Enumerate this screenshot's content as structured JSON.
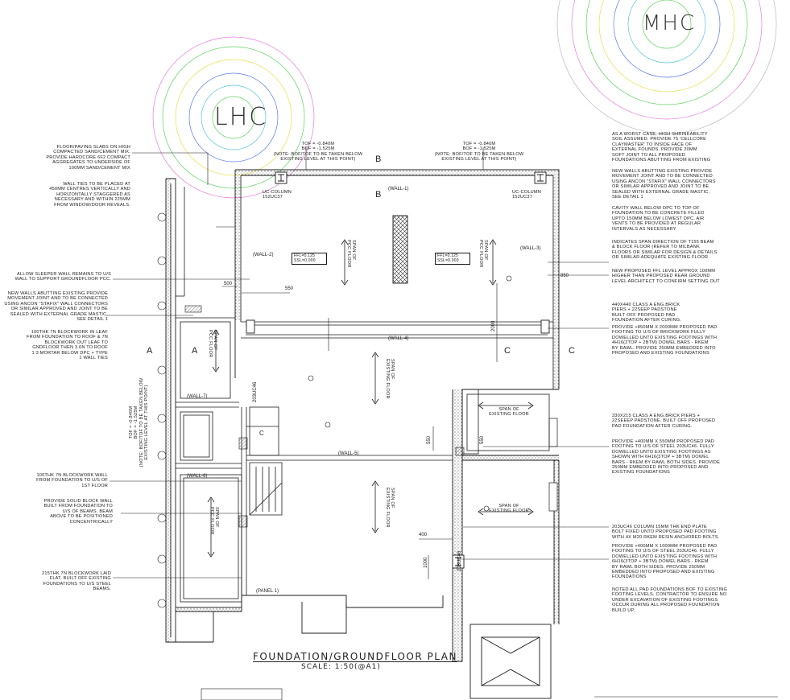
{
  "drawing": {
    "title": "FOUNDATION/GROUNDFLOOR PLAN",
    "scale": "SCALE: 1:50(@A1)",
    "circles": {
      "lhc": "LHC",
      "mhc": "MHC"
    },
    "colors": {
      "line": "#1a1a1a",
      "hatch": "#555555",
      "ring_magenta": "#e87de0",
      "ring_blue": "#5a78e8",
      "ring_yellow": "#e8df4a",
      "ring_green": "#5ed25e",
      "ring_cyan": "#55c6d8",
      "ring_grey": "#bbbbbb"
    }
  },
  "notes_left": [
    "FLOOR/PAVING SLABS ON HIGH\nCOMPACTED SAND/CEMENT MIX.\nPROVIDE HARDCORE 6F2 COMPACT\nAGGREGATES TO UNDERSIDE OF\n100MM SAND/CEMENT MIX",
    "WALL TIES TO BE PLACED AT\n450MM CENTRES VERTICALLY AND\nHORIZONTALLY STAGGERED AS\nNECESSARY AND WITHIN 225MM\nFROM WINDOW/DOOR REVEALS.",
    "ALLOW SLEEPER WALL REMAINS TO U/S\nWALL TO SUPPORT GROUNDFLOOR PCC.",
    "NEW WALLS ABUTTING EXISTING PROVIDE\nMOVEMENT JOINT AND TO BE CONNECTED\nUSING ANCON \"STAFIX\" WALL CONNECTORS\nOR SIMILAR APPROVED AND JOINT TO BE\nSEALED WITH EXTERNAL GRADE MASTIC.\nSEE DETAIL 1",
    "100THK 7N BLOCKWORK IN LEAF\nFROM FOUNDATION TO ROOF & 7N\nBLOCKWORK OUT LEAF TO\nGNDFLOOR THEN 3.6N TO ROOF\n1:3 MORTAR BELOW DPC + TYPE\n1 WALL TIES",
    "100THK 7N BLOCKWORK WALL\nFROM FOUNDATION TO U/S OF\n1ST FLOOR",
    "PROVIDE SOLID BLOCK WALL\nBUILT FROM FOUNDATION TO\nU/S OF BEAMS. BEAM\nABOVE TO BE POSITIONED\nCONCENTRICALLY",
    "215THK 7N BLOCKWORK LAID\nFLAT, BUILT OFF EXISTING\nFOUNDATIONS TO U/S STEEL\nBEAMS."
  ],
  "notes_right": [
    "AS A WORST CASE, HIGH SHRINKABILITY\nSOIL ASSUMED. PROVIDE 75 'CELLCORE\nCLAYMASTER' TO INSIDE FACE OF\nEXTERNAL FOUNDS. PROVIDE 20mm\nSOFT JOINT TO ALL PROPOSED\nFOUNDATIONS ABUTTING FROM EXISTING",
    "NEW WALLS ABUTTING EXISTING PROVIDE\nMOVEMENT JOINT AND TO BE CONNECTED\nUSING ANCON \"STAFIX\" WALL CONNECTORS\nOR SIMILAR APPROVED AND JOINT TO BE\nSEALED WITH EXTERNAL GRADE MASTIC.\nSEE DETAIL 1",
    "CAVITY WALL BELOW DPC TO TOP OF\nFOUNDATION TO BE CONCRETE FILLED\nUPTO 150MM BELOW LOWEST DPC. AIR\nVENTS TO BE PROVIDED AT REGULAR\nINTERVALS AS NECESSARY",
    "INDICATES SPAN DIRECTION OF T155 BEAM\n& BLOCK FLOOR (REFER TO MILBANK\nFLOORS OR SIMILAR FOR DESIGN & DETAILS\nOR SIMILAR ADEQUATE EXISTING FLOOR",
    "NEW PROPOSED FFL LEVEL APPROX 100MM\nHIGHER THAN PROPOSED REAR GROUND\nLEVEL ARCHITECT TO CONFIRM SETTING OUT",
    "440x440 CLASS A ENG.BRICK\nPIERS + 22SEEP PADSTONE\nBUILT OFF PROPOSED PAD\nFOUNDATION AFTER CURING.",
    "PROVIDE +850mm X 2000mm PROPOSED PAD\nFOOTING TO U/S OF BRICKWORK FULLY\nDOWELLED UNTO EXISTING FOOTINGS WITH\n4H16(2TOP + 2BTM) DOWEL BARS - RKEM\nBY RAWL. PROVIDE 250mm EMBEDDED INTO\nPROPOSED AND EXISTING FOUNDATIONS",
    "330x215 CLASS A ENG.BRICK PIERS +\n22SEEEP PADSTONE. BUILT OFF PROPOSED\nPAD FOUNDATION AFTER CURING.",
    "PROVIDE +400mm X 550mm PROPOSED PAD\nFOOTING TO U/S OF STEEL 203UC46. FULLY\nDOWELLED UNTO EXISTING FOOTINGS AS\nSHOWN WITH 6H16(3TOP + 3BTM) DOWEL\nBARS - RKEM BY RAWL BOTH SIDES. PROVIDE\n250mm EMBEDDED INTO PROPOSED AND\nEXISTING FOUNDATIONS",
    "203UC46 COLUMN 15mm THK END PLATE\nBOLT FIXED UNTO PROPOSED PAD FOOTING\nWITH 4X M20 RKEM RESIN ANCHORED BOLTS.",
    "PROVIDE +400mm X 1000mm PROPOSED PAD\nFOOTING TO U/S OF STEEL 203UC46. FULLY\nDOWELLED UNTO EXISTING FOOTINGS WITH\n6H16(3TOP + 3BTM) DOWEL BARS - RKEM\nBY RAWL BOTH SIDES. PROVIDE 250mm\nEMBEDDED INTO PROPOSED AND EXISTING\nFOUNDATIONS",
    "NOTED ALL PAD FOUNDATIONS BOF TO EXISTING\nFOOTING LEVELS. CONTRACTOR TO ENSURE NO\nUNDER EXCAVATION OF EXISTING FOOTINGS\nOCCUR DURING ALL PROPOSED FOUNDATION\nBUILD UP."
  ],
  "levels": {
    "top_left": "TOF = -0.840m\nBOF = -1.525m\n(NOTE: BOF/TOF TO BE TAKEN BELOW\nEXISTING LEVEL AT THIS POINT)",
    "top_right": "TOF = -0.840m\nBOF = -1.525m\n(NOTE: BOF/TOF TO BE TAKEN BELOW\nEXISTING LEVEL AT THIS POINT)",
    "side_left": "TOF = -0.840m\nBOF = -1.525m\n(NOTE: BOF/TOF TO BE TAKEN BELOW\nEXISTING LEVEL AT THIS POINT)"
  },
  "tags": {
    "wall_1": "(WALL-1)",
    "wall_2": "(WALL-2)",
    "wall_3": "(WALL-3)",
    "wall_4": "(WALL-4)",
    "wall_5": "(WALL-5)",
    "wall_6": "(WALL-6)",
    "wall_7": "(WALL-7)",
    "panel_1": "(PANEL 1)",
    "uc_column": "UC-COLUMN\n152UC37",
    "steel_203": "203UC46",
    "ffl_1": "FFL=0.125\nSSL=0.000",
    "ffl_2": "FFL=0.125\nSSL=0.000",
    "dim_500": "500",
    "dim_550a": "550",
    "dim_550b": "550",
    "dim_550c": "550",
    "dim_850": "850",
    "dim_2000": "2000",
    "dim_400": "400",
    "dim_1000": "1000",
    "span_existing": "SPAN OF\nEXISTING FLOOR",
    "span_pcc": "SPAN OF\nPCC FLOOR",
    "grid_a": "A",
    "grid_b": "B",
    "grid_c": "C"
  }
}
